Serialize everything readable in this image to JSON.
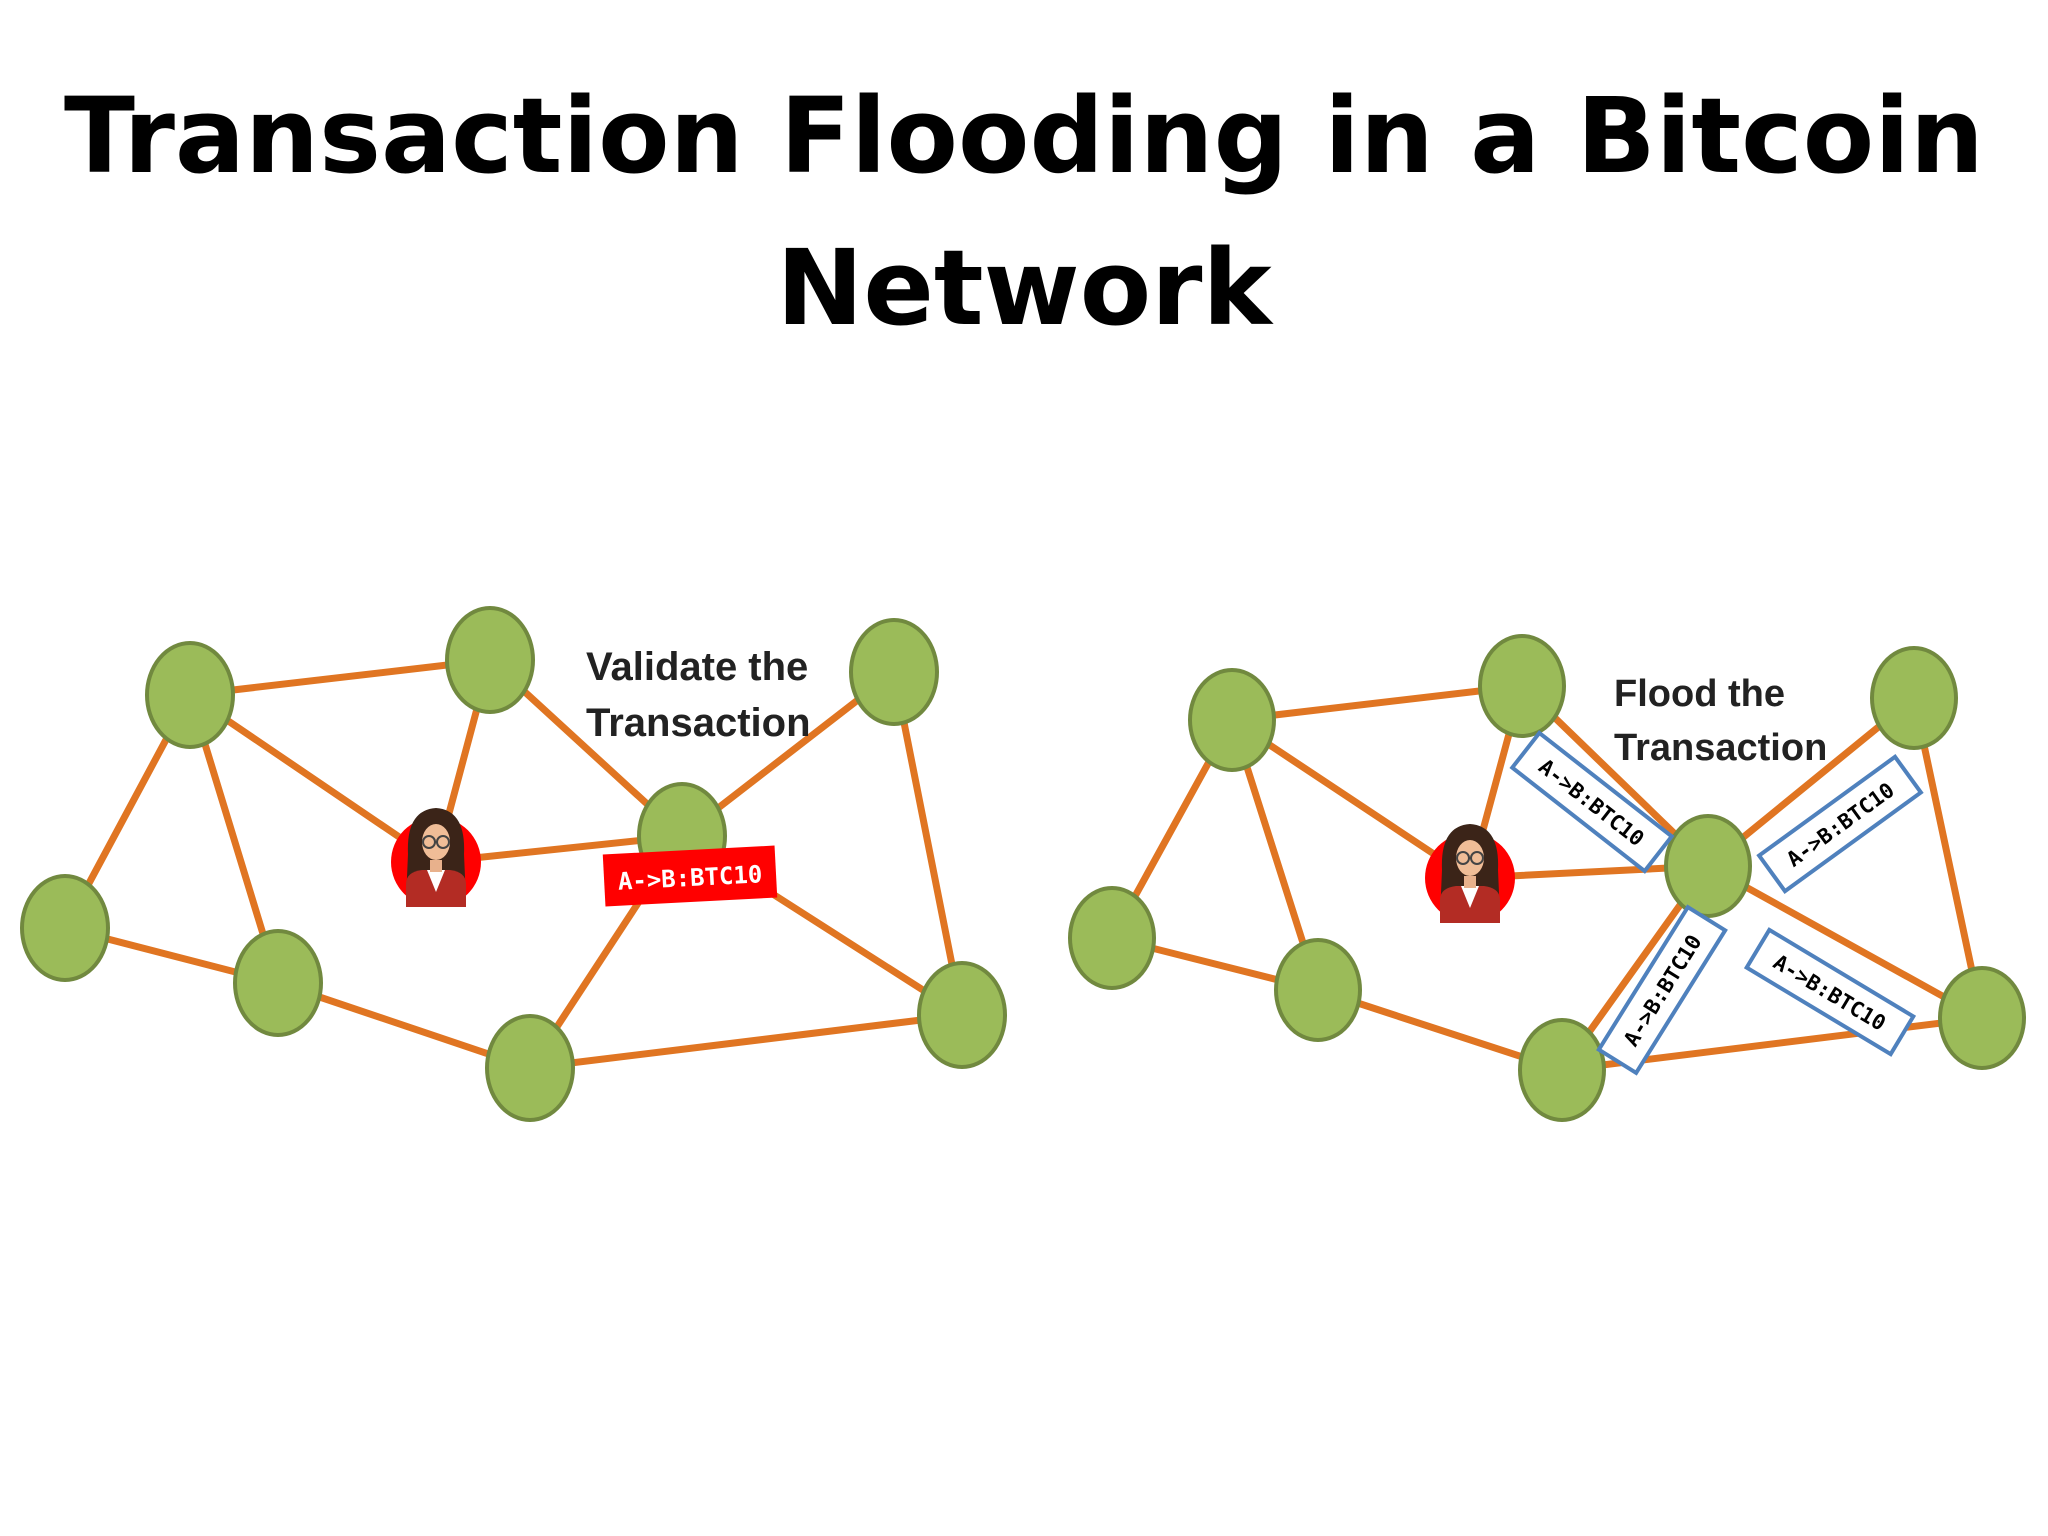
{
  "title": {
    "line1": "Transaction Flooding in a Bitcoin",
    "line2": "Network"
  },
  "colors": {
    "edge": "#e07522",
    "node_fill": "#9bbb59",
    "node_stroke": "#71893f",
    "user_circle": "#ff0000",
    "tag_red": "#ff0000",
    "tag_blue_border": "#4f81bd"
  },
  "left_panel": {
    "caption_line1": "Validate the",
    "caption_line2": "Transaction",
    "transaction_tag": "A->B:BTC10",
    "user_icon": "woman-avatar-icon"
  },
  "right_panel": {
    "caption_line1": "Flood the",
    "caption_line2": "Transaction",
    "tags": [
      "A->B:BTC10",
      "A->B:BTC10",
      "A->B:BTC10",
      "A->B:BTC10"
    ],
    "user_icon": "woman-avatar-icon"
  }
}
